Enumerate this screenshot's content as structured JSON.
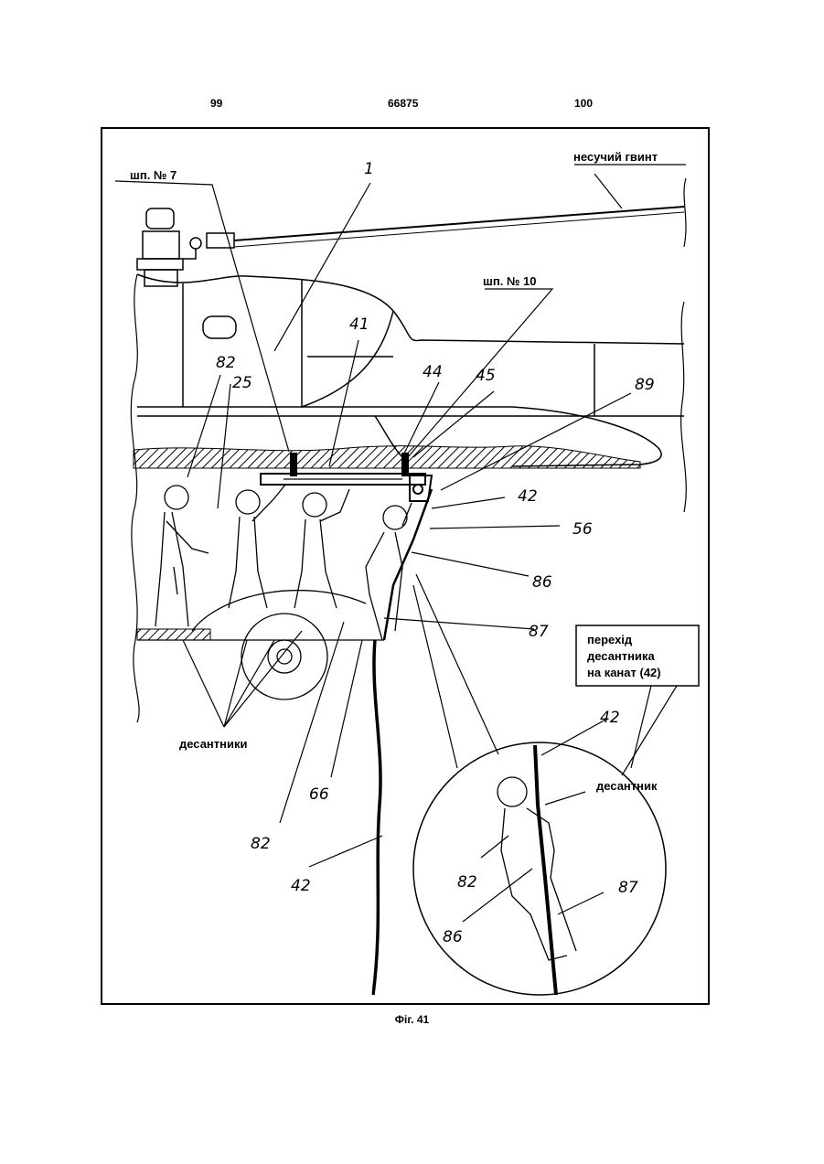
{
  "header": {
    "left_page": "99",
    "doc_number": "66875",
    "right_page": "100"
  },
  "labels": {
    "rotor": "несучий гвинт",
    "frame7": "шп. № 7",
    "frame10": "шп. № 10",
    "callout_line1": "перехід",
    "callout_line2": "десантника",
    "callout_line3": "на канат (42)",
    "paratroopers": "десантники",
    "paratrooper": "десантник"
  },
  "numbers": {
    "n1": "1",
    "n41": "41",
    "n82a": "82",
    "n25": "25",
    "n44": "44",
    "n45": "45",
    "n89": "89",
    "n42a": "42",
    "n56": "56",
    "n86a": "86",
    "n87a": "87",
    "n42b": "42",
    "n66": "66",
    "n82b": "82",
    "n42c": "42",
    "n82c": "82",
    "n86b": "86",
    "n87b": "87"
  },
  "caption": "Фіг. 41"
}
